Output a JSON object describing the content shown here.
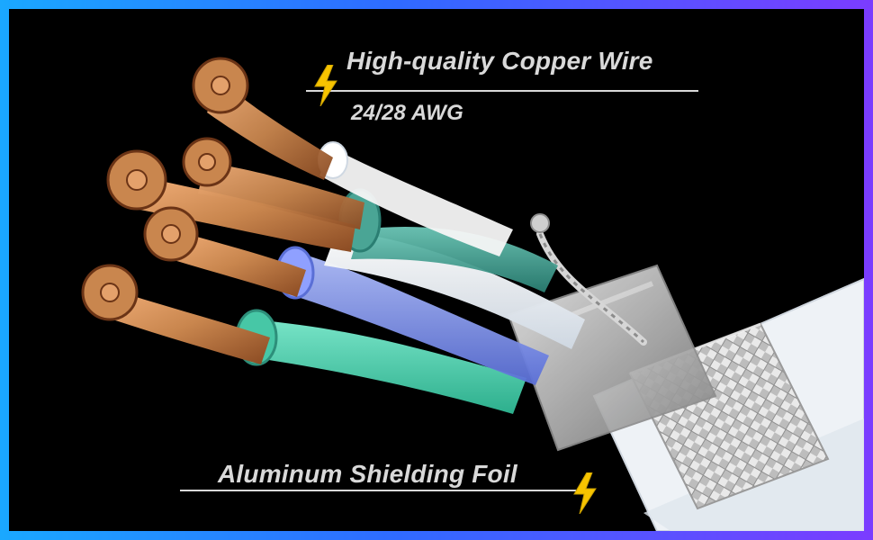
{
  "callouts": {
    "copper": {
      "title": "High-quality Copper Wire",
      "subtitle": "24/28 AWG"
    },
    "foil": {
      "title": "Aluminum Shielding Foil"
    }
  },
  "icons": {
    "bolt": "lightning-bolt",
    "accent": "#f7c400"
  },
  "colors": {
    "frame_left": "#1aa8ff",
    "frame_right": "#7b3cff",
    "background": "#000000",
    "copper": "#c9864e",
    "teal": "#2f9a8a",
    "blue": "#7a8fe0",
    "white": "#f2f2f2",
    "silver": "#cfcfcf"
  }
}
